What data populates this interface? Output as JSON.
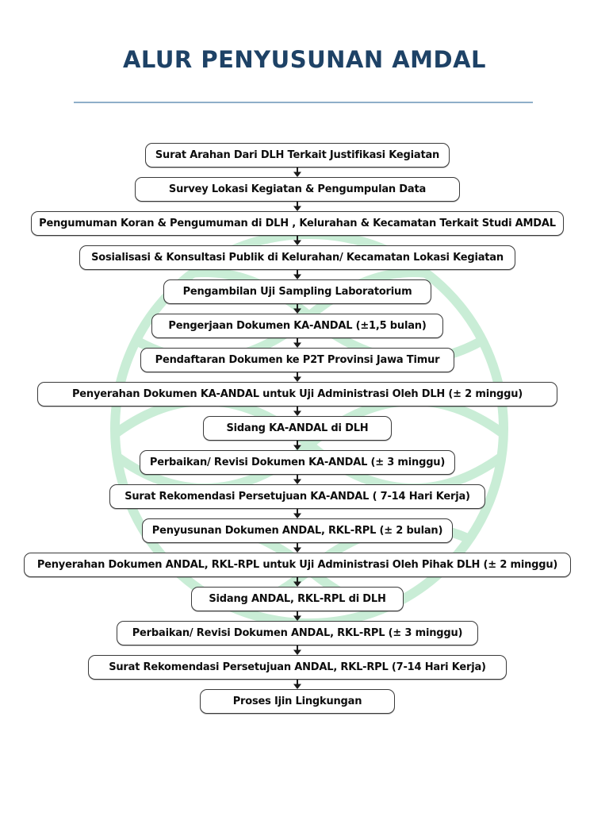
{
  "page": {
    "title": "ALUR PENYUSUNAN AMDAL"
  },
  "colors": {
    "title_text": "#1e4266",
    "divider_line": "#8fafc9",
    "box_border": "#3a3a3a",
    "box_text": "#0d0d0d",
    "arrow": "#1a1a1a",
    "watermark_green": "#c9edd6",
    "background": "#ffffff"
  },
  "icons": {
    "down_arrow": "▼-shaped solid arrowhead on short stem between steps",
    "watermark": "faint green wireframe globe circle behind flowchart"
  },
  "flow": {
    "direction": "top-to-bottom",
    "steps": [
      {
        "label": "Surat Arahan Dari DLH Terkait Justifikasi Kegiatan"
      },
      {
        "label": "Survey Lokasi Kegiatan & Pengumpulan Data"
      },
      {
        "label": "Pengumuman Koran & Pengumuman di DLH , Kelurahan & Kecamatan Terkait Studi AMDAL"
      },
      {
        "label": "Sosialisasi & Konsultasi Publik di Kelurahan/ Kecamatan Lokasi Kegiatan"
      },
      {
        "label": "Pengambilan Uji Sampling Laboratorium"
      },
      {
        "label": "Pengerjaan Dokumen KA-ANDAL (±1,5 bulan)"
      },
      {
        "label": "Pendaftaran Dokumen ke P2T Provinsi Jawa Timur"
      },
      {
        "label": "Penyerahan Dokumen KA-ANDAL untuk Uji Administrasi  Oleh DLH (± 2 minggu)"
      },
      {
        "label": "Sidang KA-ANDAL di DLH"
      },
      {
        "label": "Perbaikan/ Revisi Dokumen KA-ANDAL (± 3 minggu)"
      },
      {
        "label": "Surat Rekomendasi Persetujuan KA-ANDAL ( 7-14 Hari Kerja)"
      },
      {
        "label": "Penyusunan Dokumen ANDAL, RKL-RPL (± 2 bulan)"
      },
      {
        "label": "Penyerahan Dokumen ANDAL, RKL-RPL untuk Uji Administrasi Oleh Pihak DLH (± 2 minggu)"
      },
      {
        "label": "Sidang ANDAL, RKL-RPL di DLH"
      },
      {
        "label": "Perbaikan/ Revisi Dokumen ANDAL, RKL-RPL  (± 3 minggu)"
      },
      {
        "label": "Surat Rekomendasi Persetujuan ANDAL, RKL-RPL (7-14 Hari Kerja)"
      },
      {
        "label": "Proses Ijin Lingkungan"
      }
    ]
  }
}
